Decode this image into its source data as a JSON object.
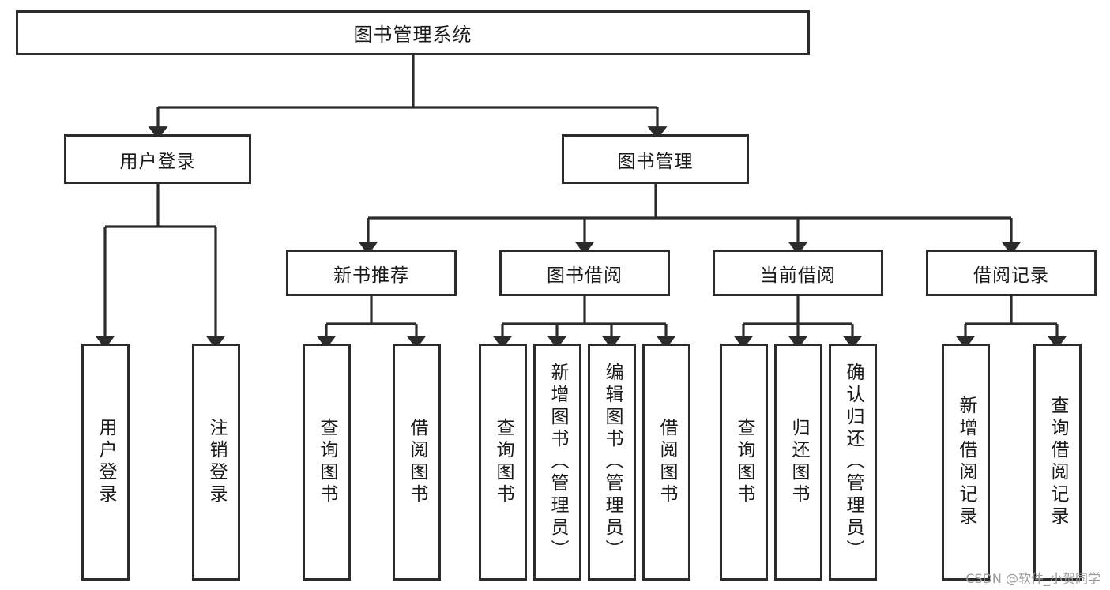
{
  "diagram": {
    "title": "图书管理系统",
    "type": "tree",
    "watermark": "CSDN @软件_小贺同学",
    "colors": {
      "box_border": "#2b2b2b",
      "box_fill": "#ffffff",
      "connector": "#2b2b2b",
      "background": "#ffffff",
      "watermark": "#9a9a9a"
    },
    "levels": {
      "level1": [
        {
          "id": "root",
          "label": "图书管理系统"
        }
      ],
      "level2": [
        {
          "id": "user-login",
          "label": "用户登录",
          "parent": "root"
        },
        {
          "id": "book-manage",
          "label": "图书管理",
          "parent": "root"
        }
      ],
      "level3": [
        {
          "id": "new-book-recommend",
          "label": "新书推荐",
          "parent": "book-manage"
        },
        {
          "id": "book-borrow",
          "label": "图书借阅",
          "parent": "book-manage"
        },
        {
          "id": "current-borrow",
          "label": "当前借阅",
          "parent": "book-manage"
        },
        {
          "id": "borrow-record",
          "label": "借阅记录",
          "parent": "book-manage"
        }
      ],
      "level4": [
        {
          "id": "leaf-user-login",
          "label": "用户登录",
          "parent": "user-login"
        },
        {
          "id": "leaf-logout-login",
          "label": "注销登录",
          "parent": "user-login"
        },
        {
          "id": "leaf-query-book-1",
          "label": "查询图书",
          "parent": "new-book-recommend"
        },
        {
          "id": "leaf-borrow-book-1",
          "label": "借阅图书",
          "parent": "new-book-recommend"
        },
        {
          "id": "leaf-query-book-2",
          "label": "查询图书",
          "parent": "book-borrow"
        },
        {
          "id": "leaf-add-book",
          "label": "新增图书（管理员）",
          "parent": "book-borrow"
        },
        {
          "id": "leaf-edit-book",
          "label": "编辑图书（管理员）",
          "parent": "book-borrow"
        },
        {
          "id": "leaf-borrow-book-2",
          "label": "借阅图书",
          "parent": "book-borrow"
        },
        {
          "id": "leaf-query-book-3",
          "label": "查询图书",
          "parent": "current-borrow"
        },
        {
          "id": "leaf-return-book",
          "label": "归还图书",
          "parent": "current-borrow"
        },
        {
          "id": "leaf-confirm-return",
          "label": "确认归还（管理员）",
          "parent": "current-borrow"
        },
        {
          "id": "leaf-add-record",
          "label": "新增借阅记录",
          "parent": "borrow-record"
        },
        {
          "id": "leaf-query-record",
          "label": "查询借阅记录",
          "parent": "borrow-record"
        }
      ]
    }
  }
}
